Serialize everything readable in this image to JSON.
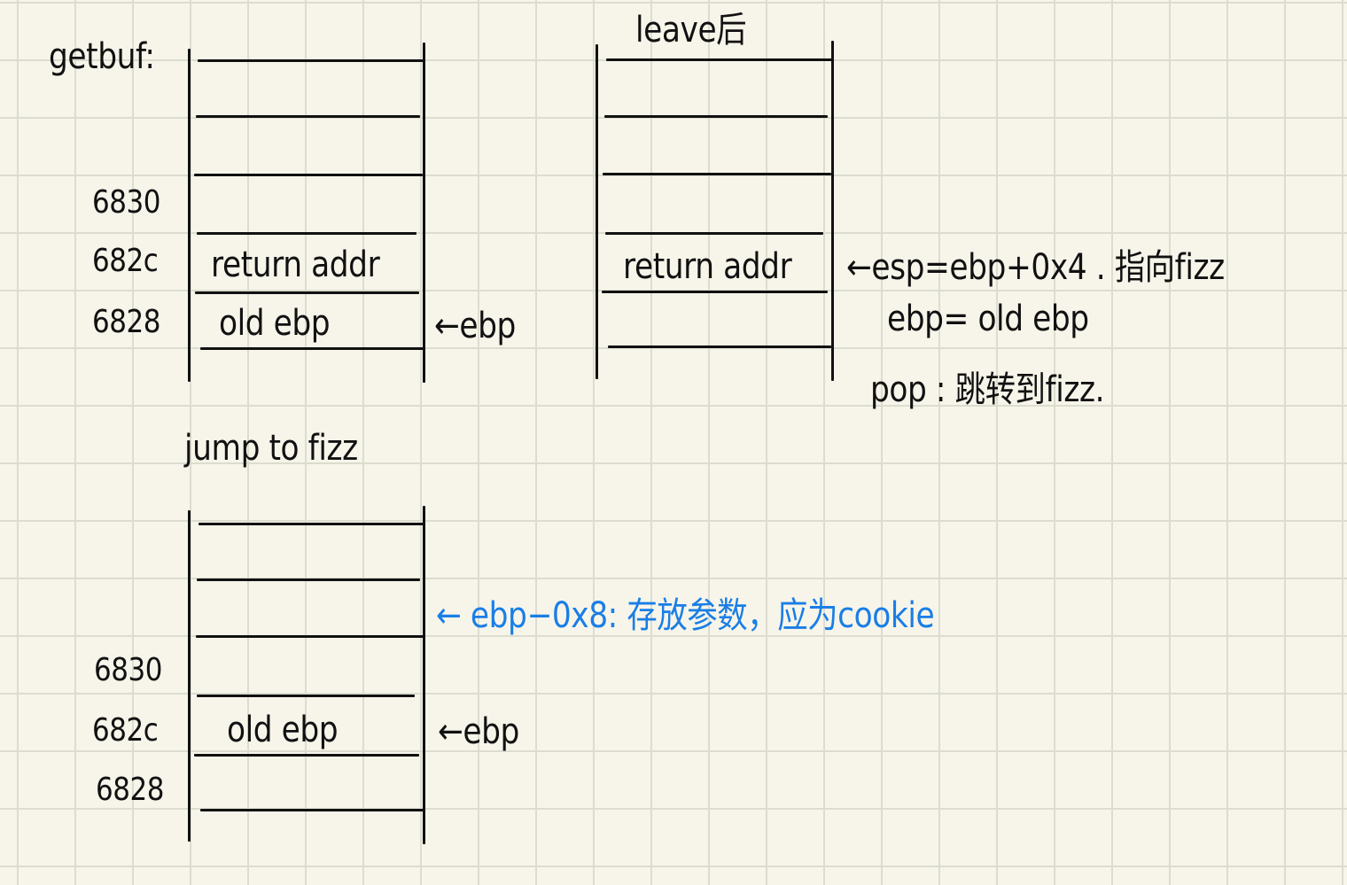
{
  "colors": {
    "ink": "#111111",
    "annotation": "#1a7ee6",
    "paper": "#f7f5ea",
    "grid": "#dcdccf"
  },
  "getbuf": {
    "title": "getbuf:",
    "addr_6830": "6830",
    "addr_682c": "682c",
    "addr_6828": "6828",
    "slot_return": "return addr",
    "slot_old_ebp": "old ebp",
    "ebp_pointer": "←ebp"
  },
  "leave": {
    "title": "leave后",
    "slot_return": "return addr",
    "note_esp": "←esp=ebp+0x4 . 指向fizz",
    "note_ebp": "ebp= old ebp",
    "note_pop": "pop : 跳转到fizz."
  },
  "fizz": {
    "title": "jump to fizz",
    "addr_6830": "6830",
    "addr_682c": "682c",
    "addr_6828": "6828",
    "slot_old_ebp": "old ebp",
    "note_arg": "← ebp−0x8: 存放参数，应为cookie",
    "ebp_pointer": "←ebp"
  }
}
